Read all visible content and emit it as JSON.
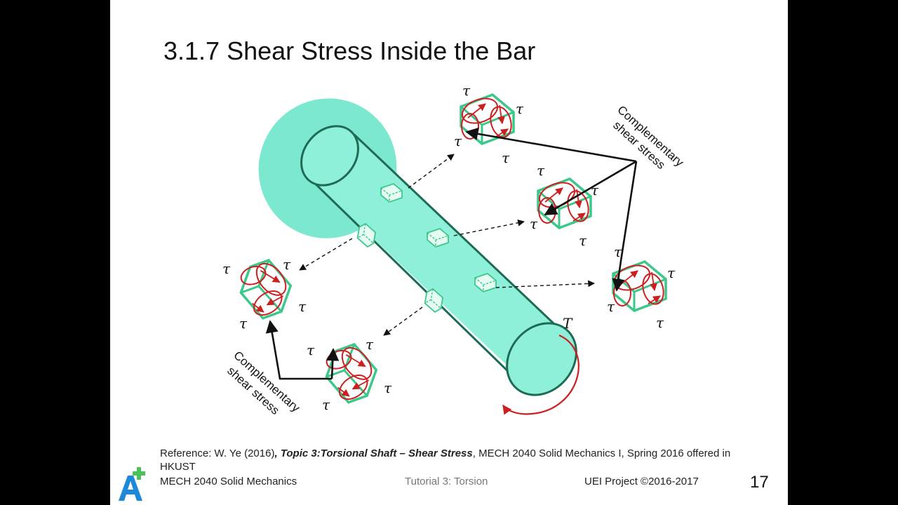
{
  "slide": {
    "title": "3.1.7 Shear Stress Inside the Bar",
    "diagram": {
      "tau": "τ",
      "torque": "T",
      "label_top_right": [
        "Complementary",
        "shear stress"
      ],
      "label_bottom_left": [
        "Complementary",
        "shear stress"
      ]
    },
    "reference": {
      "prefix": "Reference: W. Ye (2016)",
      "comma1": ", ",
      "topic": "Topic 3:Torsional Shaft – Shear Stress",
      "suffix": ", MECH 2040 Solid Mechanics I, Spring 2016 offered in HKUST"
    },
    "footer": {
      "course": "MECH 2040 Solid Mechanics",
      "tutorial": "Tutorial 3: Torsion",
      "project": "UEI Project ©2016-2017",
      "page_number": "17"
    },
    "colors": {
      "shaft_fill": "#7de8d0",
      "shaft_stroke": "#1e6b55",
      "element_green": "#3cc88a",
      "stress_red": "#cc1f1f",
      "logo_blue": "#1e88d9",
      "logo_green": "#4cc35a"
    }
  }
}
